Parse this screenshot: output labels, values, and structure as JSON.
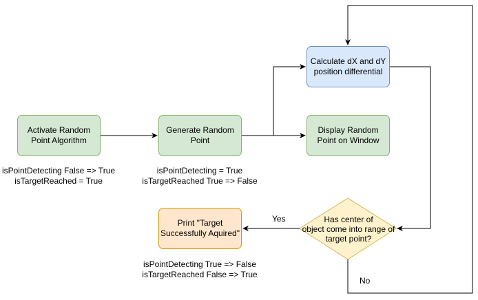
{
  "nodes": {
    "activate": {
      "line1": "Activate Random",
      "line2": "Point Algorithm"
    },
    "generate": {
      "line1": "Generate Random",
      "line2": "Point"
    },
    "calculate": {
      "line1": "Calculate dX and dY",
      "line2": "position differential"
    },
    "display": {
      "line1": "Display Random",
      "line2": "Point on Window"
    },
    "print": {
      "line1": "Print \"Target",
      "line2": "Successfully Aquired\""
    },
    "decision": {
      "line1": "Has center of",
      "line2": "object come into range of",
      "line3": "target point?"
    }
  },
  "notes": {
    "activate": {
      "line1": "isPointDetecting False => True",
      "line2": "isTargetReached = True"
    },
    "generate": {
      "line1": "isPointDetecting = True",
      "line2": "isTargetReached True => False"
    },
    "print": {
      "line1": "isPointDetecting True => False",
      "line2": "isTargetReached False => True"
    }
  },
  "edge_labels": {
    "yes": "Yes",
    "no": "No"
  },
  "colors": {
    "green_fill": "#d5e8d4",
    "green_stroke": "#82b366",
    "blue_fill": "#dae8fc",
    "blue_stroke": "#6c8ebf",
    "orange_fill": "#ffe6cc",
    "orange_stroke": "#d79b00",
    "yellow_fill": "#fff2cc",
    "yellow_stroke": "#d6b656"
  }
}
